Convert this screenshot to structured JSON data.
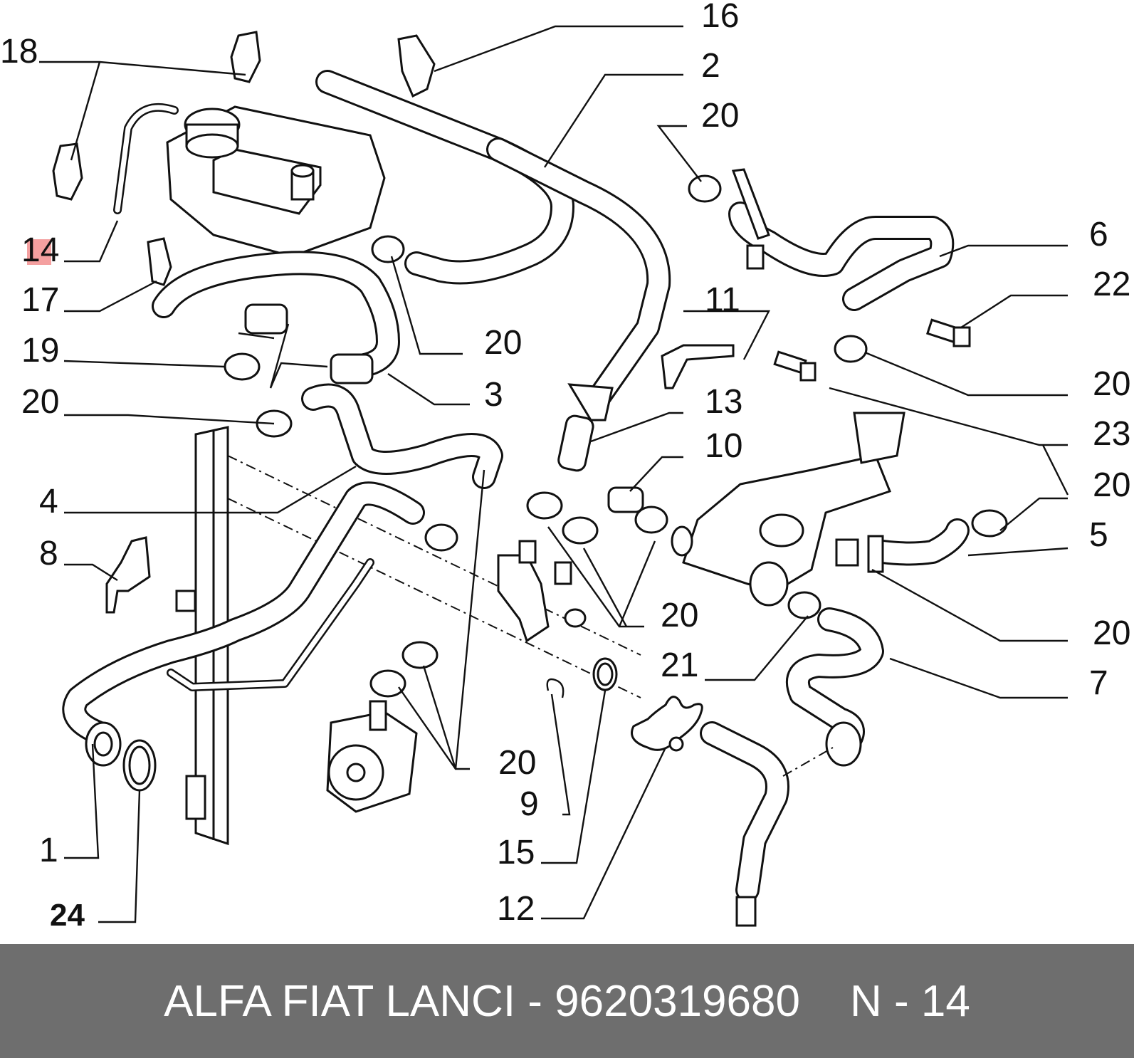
{
  "callouts": {
    "c1": "1",
    "c2": "2",
    "c3": "3",
    "c4": "4",
    "c5": "5",
    "c6": "6",
    "c7": "7",
    "c8": "8",
    "c9": "9",
    "c10": "10",
    "c11": "11",
    "c12": "12",
    "c13": "13",
    "c14": "14",
    "c15": "15",
    "c16": "16",
    "c17": "17",
    "c18": "18",
    "c19": "19",
    "c20": "20",
    "c21": "21",
    "c22": "22",
    "c23": "23",
    "c24": "24"
  },
  "highlight": {
    "callout": "14",
    "color": "#f08080"
  },
  "footer": {
    "part_text": "ALFA FIAT LANCI - 9620319680",
    "page_ref": "N - 14",
    "background": "#6e6e6e",
    "text_color": "#ffffff"
  }
}
